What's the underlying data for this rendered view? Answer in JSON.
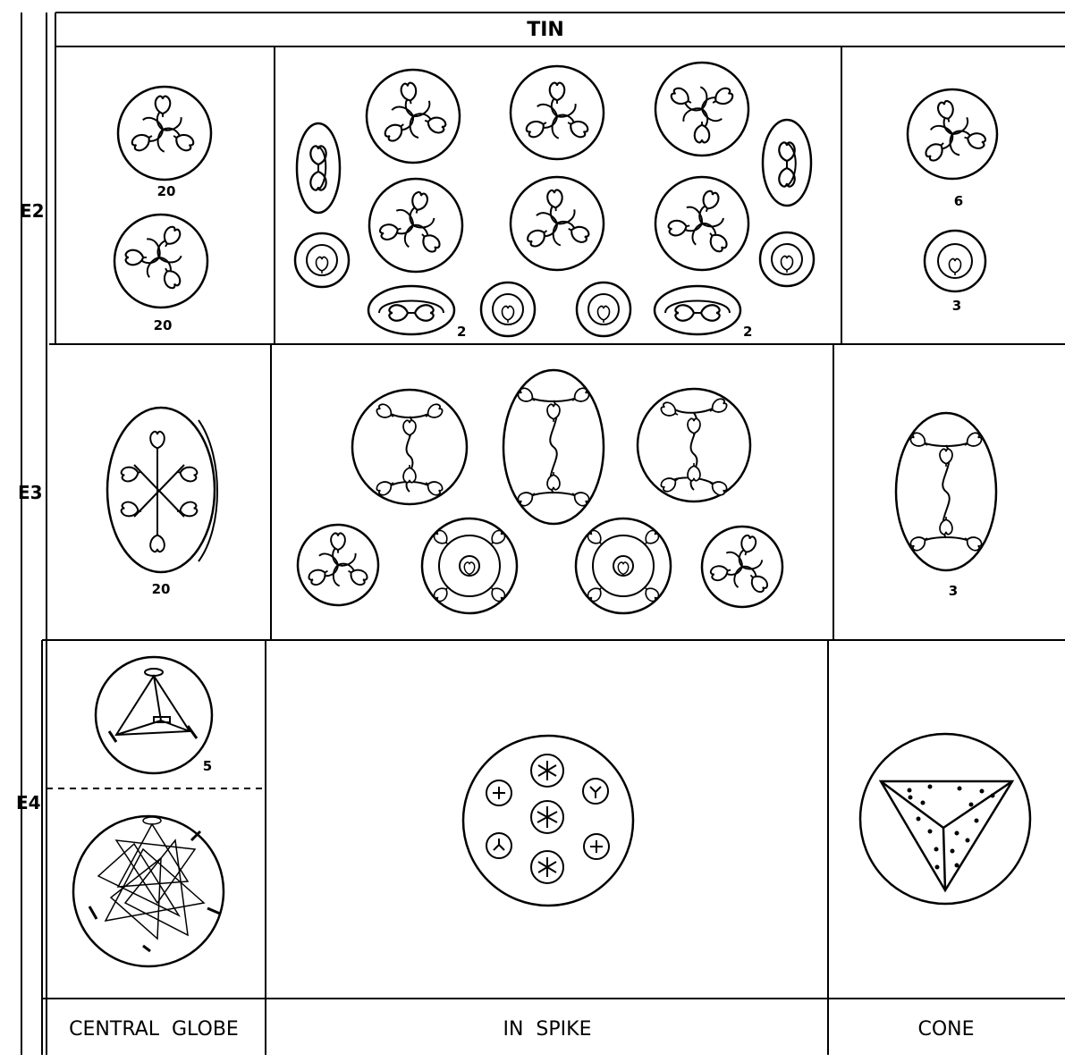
{
  "header": {
    "title": "TIN"
  },
  "row_labels": {
    "e2": "E2",
    "e3": "E3",
    "e4": "E4"
  },
  "columns": {
    "globe": "CENTRAL  GLOBE",
    "spike": "IN  SPIKE",
    "cone": "CONE"
  },
  "counts": {
    "e2_globe_top": "20",
    "e2_globe_bottom": "20",
    "e2_spike_left_oval": "2",
    "e2_spike_right_oval": "2",
    "e2_cone_top": "6",
    "e2_cone_bottom": "3",
    "e3_globe": "20",
    "e3_cone": "3",
    "e4_globe_top": "5"
  }
}
